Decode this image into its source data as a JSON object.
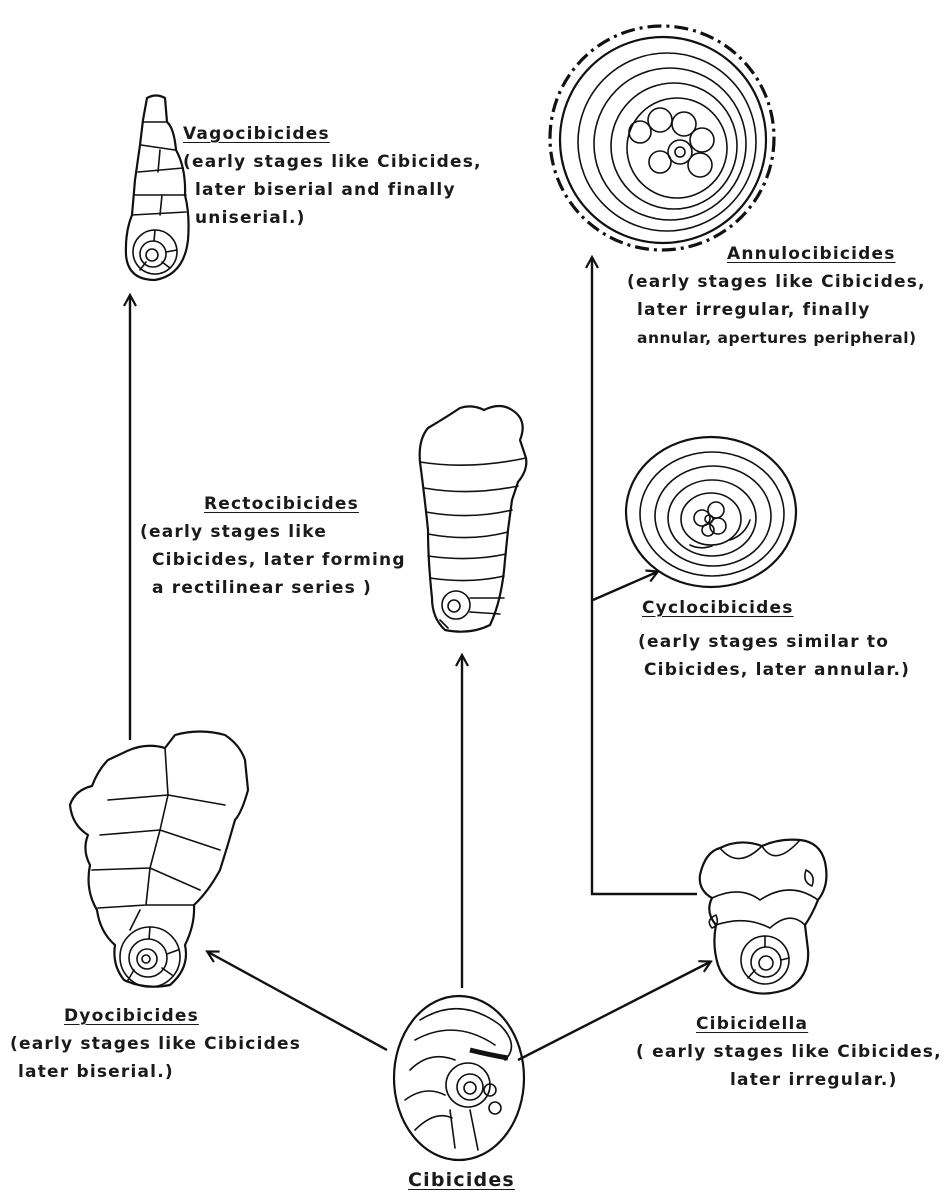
{
  "taxa": {
    "vagocibicides": {
      "name": "Vagocibicides",
      "desc": [
        "(early stages like Cibicides,",
        "later biserial and finally",
        "uniserial.)"
      ]
    },
    "annulocibicides": {
      "name": "Annulocibicides",
      "desc": [
        "(early stages like Cibicides,",
        "later irregular, finally",
        "annular, apertures peripheral)"
      ]
    },
    "rectocibicides": {
      "name": "Rectocibicides",
      "desc": [
        "(early stages like",
        "Cibicides, later forming",
        "a rectilinear series )"
      ]
    },
    "cyclocibicides": {
      "name": "Cyclocibicides",
      "desc": [
        "(early stages similar to",
        "Cibicides, later annular.)"
      ]
    },
    "dyocibicides": {
      "name": "Dyocibicides",
      "desc": [
        "(early stages like Cibicides",
        "later biserial.)"
      ]
    },
    "cibicidella": {
      "name": "Cibicidella",
      "desc": [
        "( early stages like Cibicides,",
        "later irregular.)"
      ]
    },
    "cibicides": {
      "name": "Cibicides"
    }
  }
}
